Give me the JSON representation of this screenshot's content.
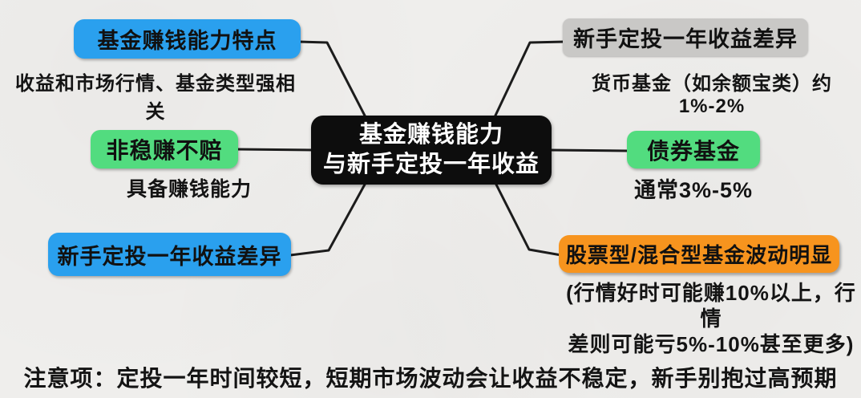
{
  "palette": {
    "background": "#efeeec",
    "connector": "#1c1c1c",
    "blue": "#2aa0ee",
    "green": "#52dc7f",
    "orange": "#f7941e",
    "gray": "#c9c8c6",
    "center_bg": "#0d0d0d",
    "center_text": "#ffffff",
    "text": "#141414"
  },
  "center_node": {
    "line1": "基金赚钱能力",
    "line2": "与新手定投一年收益"
  },
  "nodes": [
    {
      "label": "基金赚钱能力特点",
      "note": "收益和市场行情、基金类型强相关",
      "color": "#2aa0ee",
      "position": "top-left"
    },
    {
      "label": "非稳赚不赔",
      "note": "具备赚钱能力",
      "color": "#52dc7f",
      "position": "middle-left"
    },
    {
      "label": "新手定投一年收益差异",
      "color": "#2aa0ee",
      "position": "bottom-left"
    },
    {
      "label": "新手定投一年收益差异",
      "note": "货币基金（如余额宝类）约1%-2%",
      "color": "#c9c8c6",
      "position": "top-right"
    },
    {
      "label": "债券基金",
      "note": "通常3%-5%",
      "color": "#52dc7f",
      "position": "middle-right"
    },
    {
      "label": "股票型/混合型基金波动明显",
      "note_line1": "(行情好时可能赚10%以上，行情",
      "note_line2": "差则可能亏5%-10%甚至更多)",
      "color": "#f7941e",
      "position": "bottom-right"
    }
  ],
  "footer": {
    "note": "注意项：定投一年时间较短，短期市场波动会让收益不稳定，新手别抱过高预期"
  }
}
